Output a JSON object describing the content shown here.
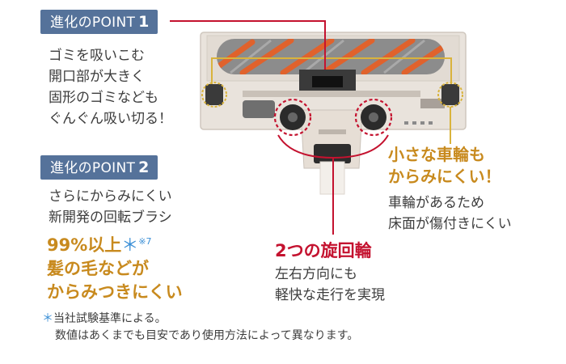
{
  "point1": {
    "badge_label": "進化のPOINT",
    "badge_number": "1",
    "lines": [
      "ゴミを吸いこむ",
      "開口部が大きく",
      "固形のゴミなども",
      "ぐんぐん吸い切る！"
    ]
  },
  "point2": {
    "badge_label": "進化のPOINT",
    "badge_number": "2",
    "lines": [
      "さらにからみにくい",
      "新開発の回転ブラシ"
    ],
    "highlight_main": "99%以上",
    "highlight_mark": "＊",
    "highlight_sup": "※7",
    "highlight_lines": [
      "髪の毛などが",
      "からみつきにくい"
    ]
  },
  "wheels_small": {
    "title_lines": [
      "小さな車輪も",
      "からみにくい！"
    ],
    "desc_lines": [
      "車輪があるため",
      "床面が傷付きにくい"
    ]
  },
  "swivel": {
    "title": "2つの旋回輪",
    "desc_lines": [
      "左右方向にも",
      "軽快な走行を実現"
    ]
  },
  "footnote": {
    "mark": "＊",
    "line1": "当社試験基準による。",
    "line2": "数値はあくまでも目安であり使用方法によって異なります。"
  },
  "colors": {
    "badge_bg": "#55729a",
    "accent_red": "#c4122f",
    "accent_gold": "#c88a1e",
    "brush_orange": "#e0622c",
    "brush_gray": "#8c8c8c",
    "head_body": "#e9e3dc",
    "mark_blue": "#3b8fd6"
  }
}
